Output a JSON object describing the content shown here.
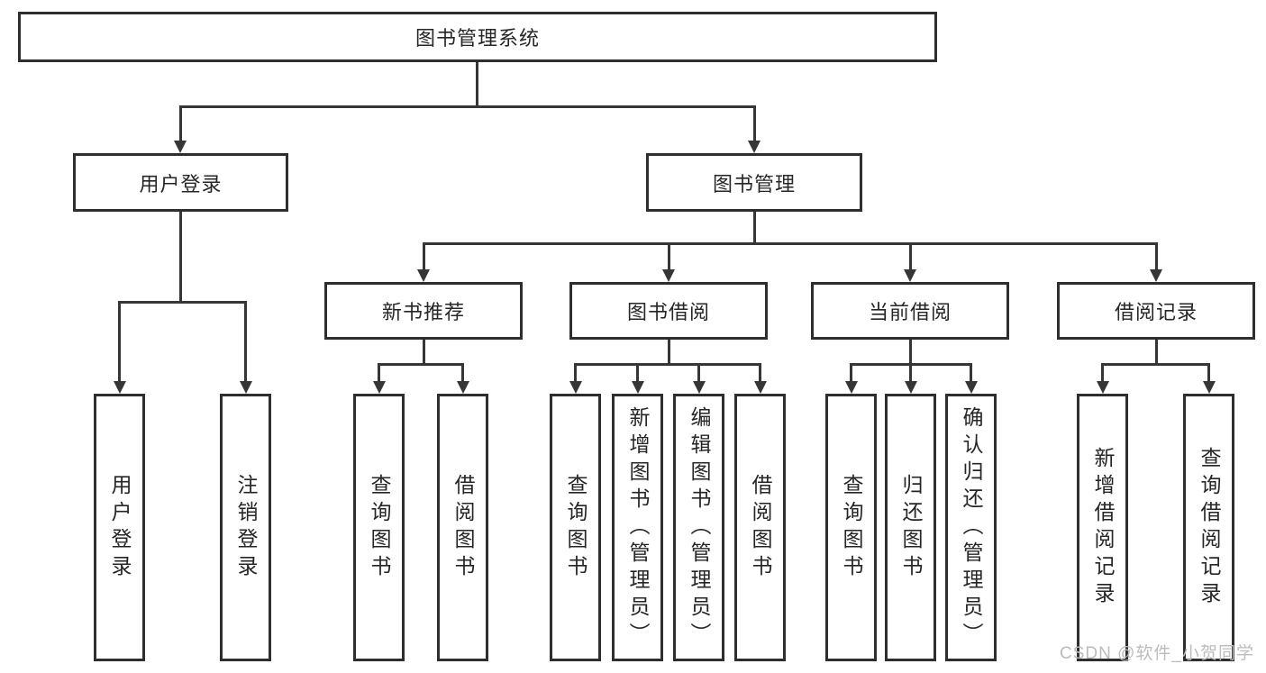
{
  "diagram": {
    "type": "hierarchy-tree",
    "tree": {
      "root": {
        "label": "图书管理系统"
      },
      "branches": [
        {
          "label": "用户登录",
          "children": [
            {
              "label": "用户登录"
            },
            {
              "label": "注销登录"
            }
          ]
        },
        {
          "label": "图书管理",
          "children": [
            {
              "label": "新书推荐",
              "children": [
                {
                  "label": "查询图书"
                },
                {
                  "label": "借阅图书"
                }
              ]
            },
            {
              "label": "图书借阅",
              "children": [
                {
                  "label": "查询图书"
                },
                {
                  "label": "新增图书（管理员）"
                },
                {
                  "label": "编辑图书（管理员）"
                },
                {
                  "label": "借阅图书"
                }
              ]
            },
            {
              "label": "当前借阅",
              "children": [
                {
                  "label": "查询图书"
                },
                {
                  "label": "归还图书"
                },
                {
                  "label": "确认归还（管理员）"
                }
              ]
            },
            {
              "label": "借阅记录",
              "children": [
                {
                  "label": "新增借阅记录"
                },
                {
                  "label": "查询借阅记录"
                }
              ]
            }
          ]
        }
      ]
    },
    "colors": {
      "box_border": "#2e2e2e",
      "connector_line": "#363636",
      "text": "#262626",
      "background": "#ffffff",
      "watermark_text_color": "#bcbcbc"
    }
  },
  "watermark": {
    "text": "CSDN @软件_小贺同学"
  }
}
